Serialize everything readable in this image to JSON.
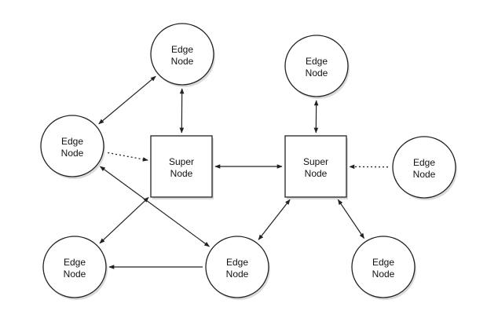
{
  "diagram": {
    "nodes": [
      {
        "id": "edge-top-left",
        "kind": "edge",
        "lines": [
          "Edge",
          "Node"
        ]
      },
      {
        "id": "edge-left",
        "kind": "edge",
        "lines": [
          "Edge",
          "Node"
        ]
      },
      {
        "id": "edge-bottom-left",
        "kind": "edge",
        "lines": [
          "Edge",
          "Node"
        ]
      },
      {
        "id": "edge-bottom-middle",
        "kind": "edge",
        "lines": [
          "Edge",
          "Node"
        ]
      },
      {
        "id": "edge-top-right",
        "kind": "edge",
        "lines": [
          "Edge",
          "Node"
        ]
      },
      {
        "id": "edge-right",
        "kind": "edge",
        "lines": [
          "Edge",
          "Node"
        ]
      },
      {
        "id": "edge-bottom-right",
        "kind": "edge",
        "lines": [
          "Edge",
          "Node"
        ]
      },
      {
        "id": "super-left",
        "kind": "super",
        "lines": [
          "Super",
          "Node"
        ]
      },
      {
        "id": "super-right",
        "kind": "super",
        "lines": [
          "Super",
          "Node"
        ]
      }
    ],
    "connections": [
      {
        "from": "edge-top-left",
        "to": "edge-left",
        "style": "solid",
        "heads": "both"
      },
      {
        "from": "edge-top-left",
        "to": "super-left",
        "style": "solid",
        "heads": "both"
      },
      {
        "from": "edge-left",
        "to": "super-left",
        "style": "dotted",
        "heads": "end"
      },
      {
        "from": "edge-left",
        "to": "edge-bottom-middle",
        "style": "solid",
        "heads": "both"
      },
      {
        "from": "super-left",
        "to": "edge-bottom-left",
        "style": "solid",
        "heads": "both"
      },
      {
        "from": "edge-bottom-middle",
        "to": "edge-bottom-left",
        "style": "solid",
        "heads": "end"
      },
      {
        "from": "super-left",
        "to": "super-right",
        "style": "solid",
        "heads": "both"
      },
      {
        "from": "edge-top-right",
        "to": "super-right",
        "style": "solid",
        "heads": "both"
      },
      {
        "from": "edge-right",
        "to": "super-right",
        "style": "dotted",
        "heads": "end"
      },
      {
        "from": "super-right",
        "to": "edge-bottom-middle",
        "style": "solid",
        "heads": "both"
      },
      {
        "from": "super-right",
        "to": "edge-bottom-right",
        "style": "solid",
        "heads": "both"
      }
    ]
  },
  "colors": {
    "node_fill": "#ffffff",
    "node_stroke": "#222222",
    "line": "#222222",
    "shadow": "#bbbbbb",
    "background": "#ffffff"
  }
}
